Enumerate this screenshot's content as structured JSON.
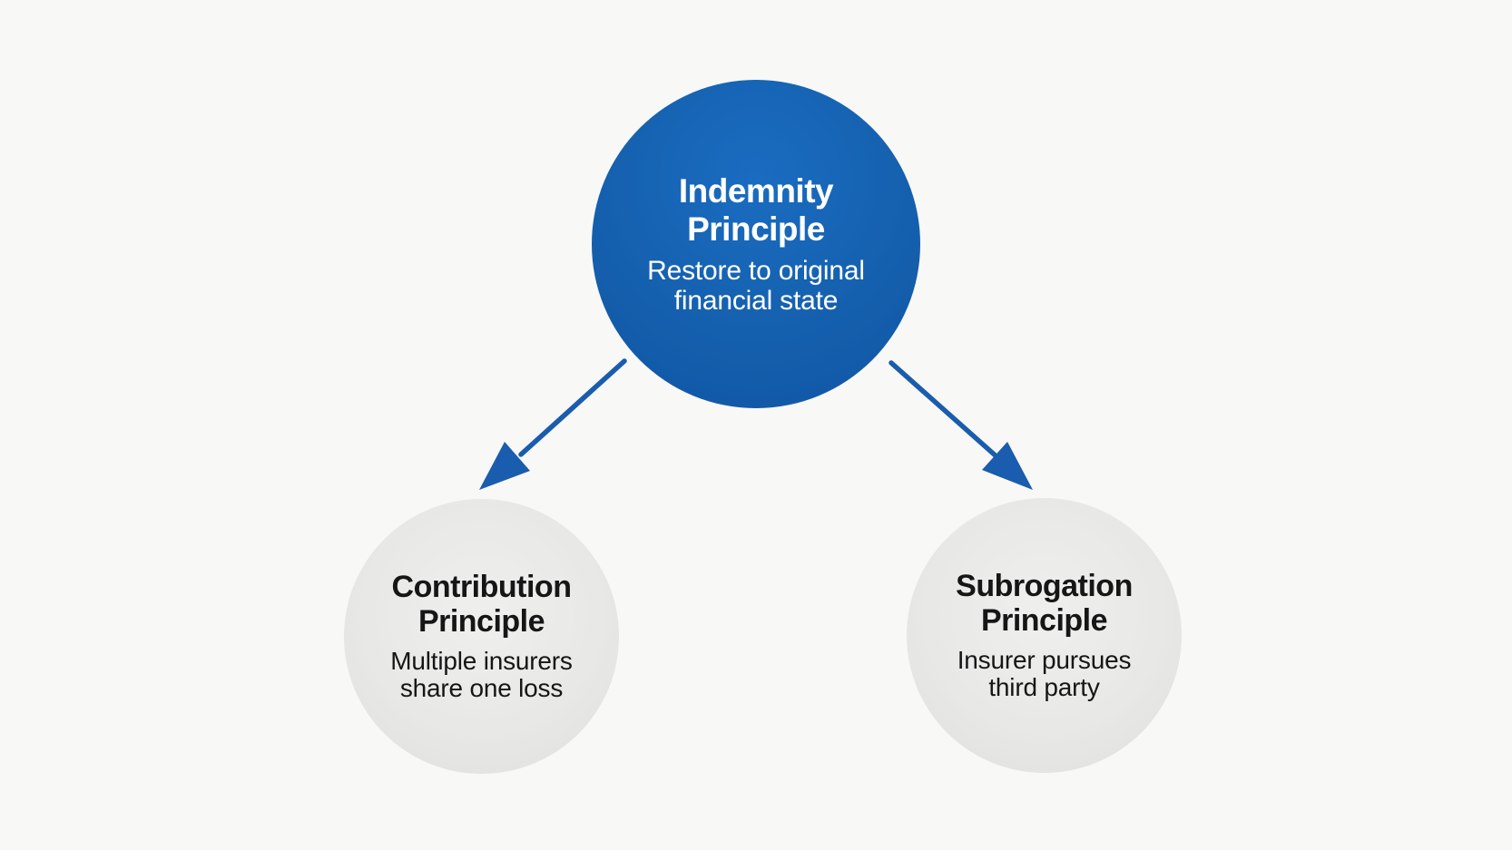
{
  "diagram": {
    "nodes": [
      {
        "id": "indemnity",
        "title": "Indemnity Principle",
        "subtitle": "Restore to original financial state"
      },
      {
        "id": "contribution",
        "title": "Contribution Principle",
        "subtitle": "Multiple insurers share one loss"
      },
      {
        "id": "subrogation",
        "title": "Subrogation Principle",
        "subtitle": "Insurer pursues third party"
      }
    ],
    "edges": [
      {
        "from": "indemnity",
        "to": "contribution"
      },
      {
        "from": "indemnity",
        "to": "subrogation"
      }
    ],
    "colors": {
      "primary_blue": "#1560ae",
      "blue_light": "#1a6cc1",
      "blue_dark": "#0f55a4",
      "arrow_blue": "#1a5cad",
      "node_gray": "#e8e8e6",
      "gray_light": "#efefed",
      "gray_dark": "#dfdfdd",
      "background": "#f8f8f6",
      "text_dark": "#161616",
      "text_light": "#ffffff"
    }
  }
}
